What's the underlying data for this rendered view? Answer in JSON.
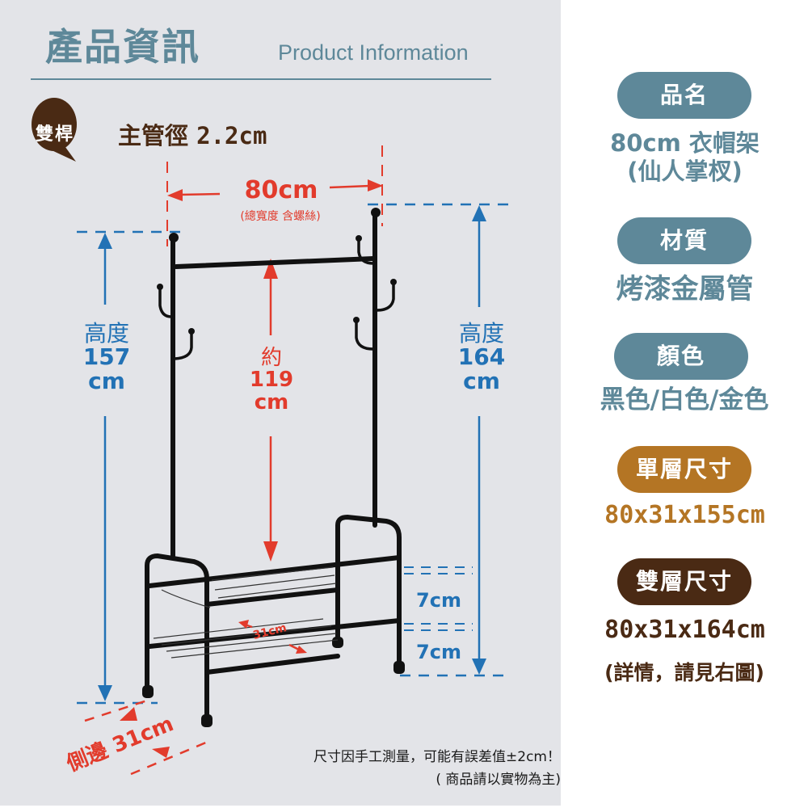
{
  "header": {
    "title_zh": "產品資訊",
    "title_en": "Product Information"
  },
  "badge": {
    "label": "雙桿",
    "tube_label": "主管徑",
    "tube_value": "2.2cm"
  },
  "diagram": {
    "width": {
      "value": "80cm",
      "note": "(總寬度 含螺絲)"
    },
    "left_height": {
      "label": "高度",
      "value": "157",
      "unit": "cm"
    },
    "inner_height": {
      "label": "約",
      "value": "119",
      "unit": "cm"
    },
    "right_height": {
      "label": "高度",
      "value": "164",
      "unit": "cm"
    },
    "shelf_gap_1": "7cm",
    "shelf_gap_2": "7cm",
    "shelf_depth": "31cm",
    "side_depth": "側邊 31cm",
    "colors": {
      "blue": "#2272b5",
      "red": "#e23b2c",
      "frame": "#111111"
    }
  },
  "disclaimer": {
    "line1": "尺寸因手工測量，可能有誤差值±2cm！",
    "line2": "( 商品請以實物為主)"
  },
  "specs": {
    "name": {
      "label": "品名",
      "value_line1": "80cm  衣帽架",
      "value_line2": "(仙人掌杈)"
    },
    "material": {
      "label": "材質",
      "value": "烤漆金屬管"
    },
    "color": {
      "label": "顏色",
      "value": "黑色/白色/金色"
    },
    "single": {
      "label": "單層尺寸",
      "value": "80x31x155cm"
    },
    "double": {
      "label": "雙層尺寸",
      "value": "80x31x164cm",
      "note": "(詳情，請見右圖)"
    }
  },
  "palette": {
    "teal": "#5e8899",
    "amber": "#b47524",
    "brown": "#4a2a14",
    "panel_bg": "#e3e4e8"
  }
}
